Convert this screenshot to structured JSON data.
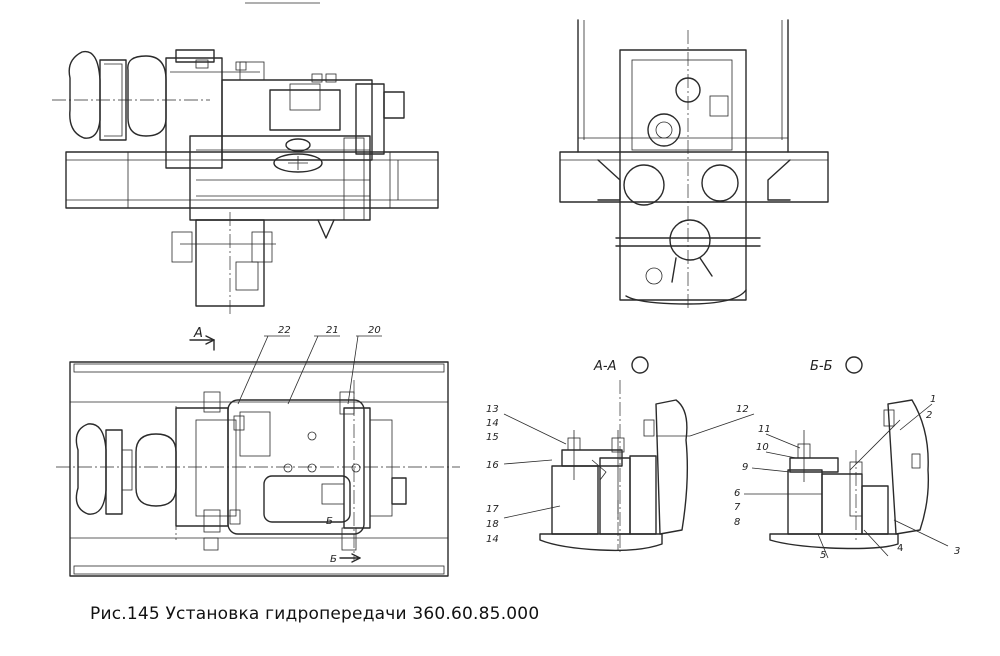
{
  "caption": "Рис.145 Установка гидропередачи 360.60.85.000",
  "views": {
    "section_a": "А-А",
    "section_b": "Б-Б",
    "arrow_a": "А",
    "arrow_b1": "Б",
    "arrow_b2": "Б"
  },
  "callouts": {
    "c1": "1",
    "c2": "2",
    "c3": "3",
    "c4": "4",
    "c5": "5",
    "c6": "6",
    "c7": "7",
    "c8": "8",
    "c9": "9",
    "c10": "10",
    "c11": "11",
    "c12": "12",
    "c13": "13",
    "c14": "14",
    "c15": "15",
    "c16": "16",
    "c17": "17",
    "c18": "18",
    "c14b": "14",
    "c20": "20",
    "c21": "21",
    "c22": "22"
  }
}
